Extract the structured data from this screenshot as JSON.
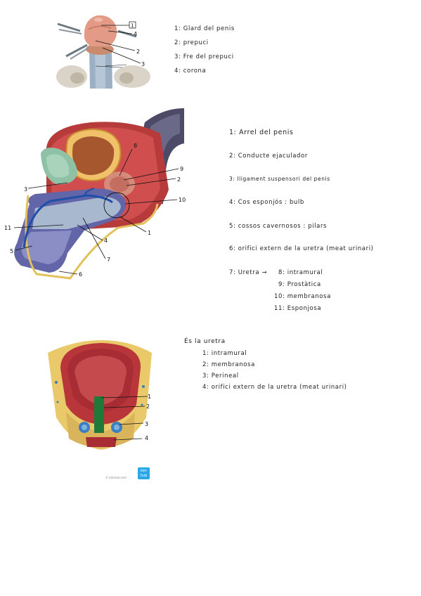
{
  "section1": {
    "labels": [
      "1",
      "4",
      "2",
      "3"
    ],
    "notes": [
      "1: Glard del penis",
      "2: prepuci",
      "3: Fre del prepuci",
      "4: corona"
    ]
  },
  "section2": {
    "labels": [
      "8",
      "9",
      "2",
      "3",
      "10",
      "11",
      "4",
      "5",
      "7",
      "1",
      "6"
    ],
    "notes": [
      "1: Arrel del penis",
      "2: Conducte ejaculador",
      "3: lligament suspensori del penis",
      "4: Cos esponjós : bulb",
      "5: cossos cavernosos : pilars",
      "6: orifici extern de la uretra (meat urinari)",
      "7: Uretra →",
      "8: intramural",
      "9: Prostàtica",
      "10: membranosa",
      "11: Esponjosa"
    ]
  },
  "section3": {
    "labels": [
      "1",
      "2",
      "3",
      "4"
    ],
    "heading": "És la uretra",
    "notes": [
      "1: intramural",
      "2: membranosa",
      "3: Perineal",
      "4: orifici extern de la uretra (meat urinari)"
    ]
  },
  "footer": {
    "watermark": "© kenhub.com",
    "badge": "ken hub"
  }
}
